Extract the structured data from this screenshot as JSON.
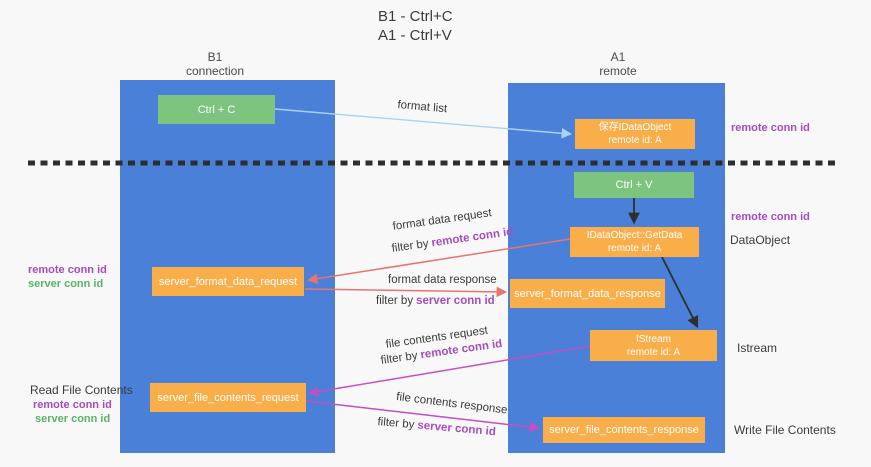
{
  "title": {
    "line1": "B1 - Ctrl+C",
    "line2": "A1 - Ctrl+V"
  },
  "columns": {
    "left": {
      "title": "B1",
      "subtitle": "connection"
    },
    "right": {
      "title": "A1",
      "subtitle": "remote"
    }
  },
  "nodes": {
    "ctrl_c": "Ctrl + C",
    "ctrl_v": "Ctrl + V",
    "save_idataobject": {
      "line1": "保存IDataObject",
      "line2": "remote id: A"
    },
    "getdata": {
      "line1": "IDataObject::GetData",
      "line2": "remote id: A"
    },
    "istream": {
      "line1": "IStream",
      "line2": "remote id: A"
    },
    "server_format_data_request": "server_format_data_request",
    "server_format_data_response": "server_format_data_response",
    "server_file_contents_request": "server_file_contents_request",
    "server_file_contents_response": "server_file_contents_response"
  },
  "labels": {
    "format_list": "format list",
    "format_data_request": "format data request",
    "format_data_response": "format data response",
    "file_contents_request": "file contents request",
    "file_contents_response": "file contents response",
    "filter_by": "filter by",
    "remote_conn_id": "remote conn id",
    "server_conn_id": "server conn id",
    "dataobject": "DataObject",
    "istream": "Istream",
    "read_file_contents": "Read File Contents",
    "write_file_contents": "Write File Contents"
  },
  "colors": {
    "column_blue": "#4a80d8",
    "box_green": "#7dc57e",
    "box_orange": "#f9ae49",
    "arrow_lightblue": "#a9d3f2",
    "arrow_salmon": "#e87470",
    "arrow_magenta": "#c44fc4",
    "text_purple": "#a64dbb",
    "text_green": "#58b368",
    "text_dark": "#3a3a3a",
    "background": "#f8f8f8"
  }
}
